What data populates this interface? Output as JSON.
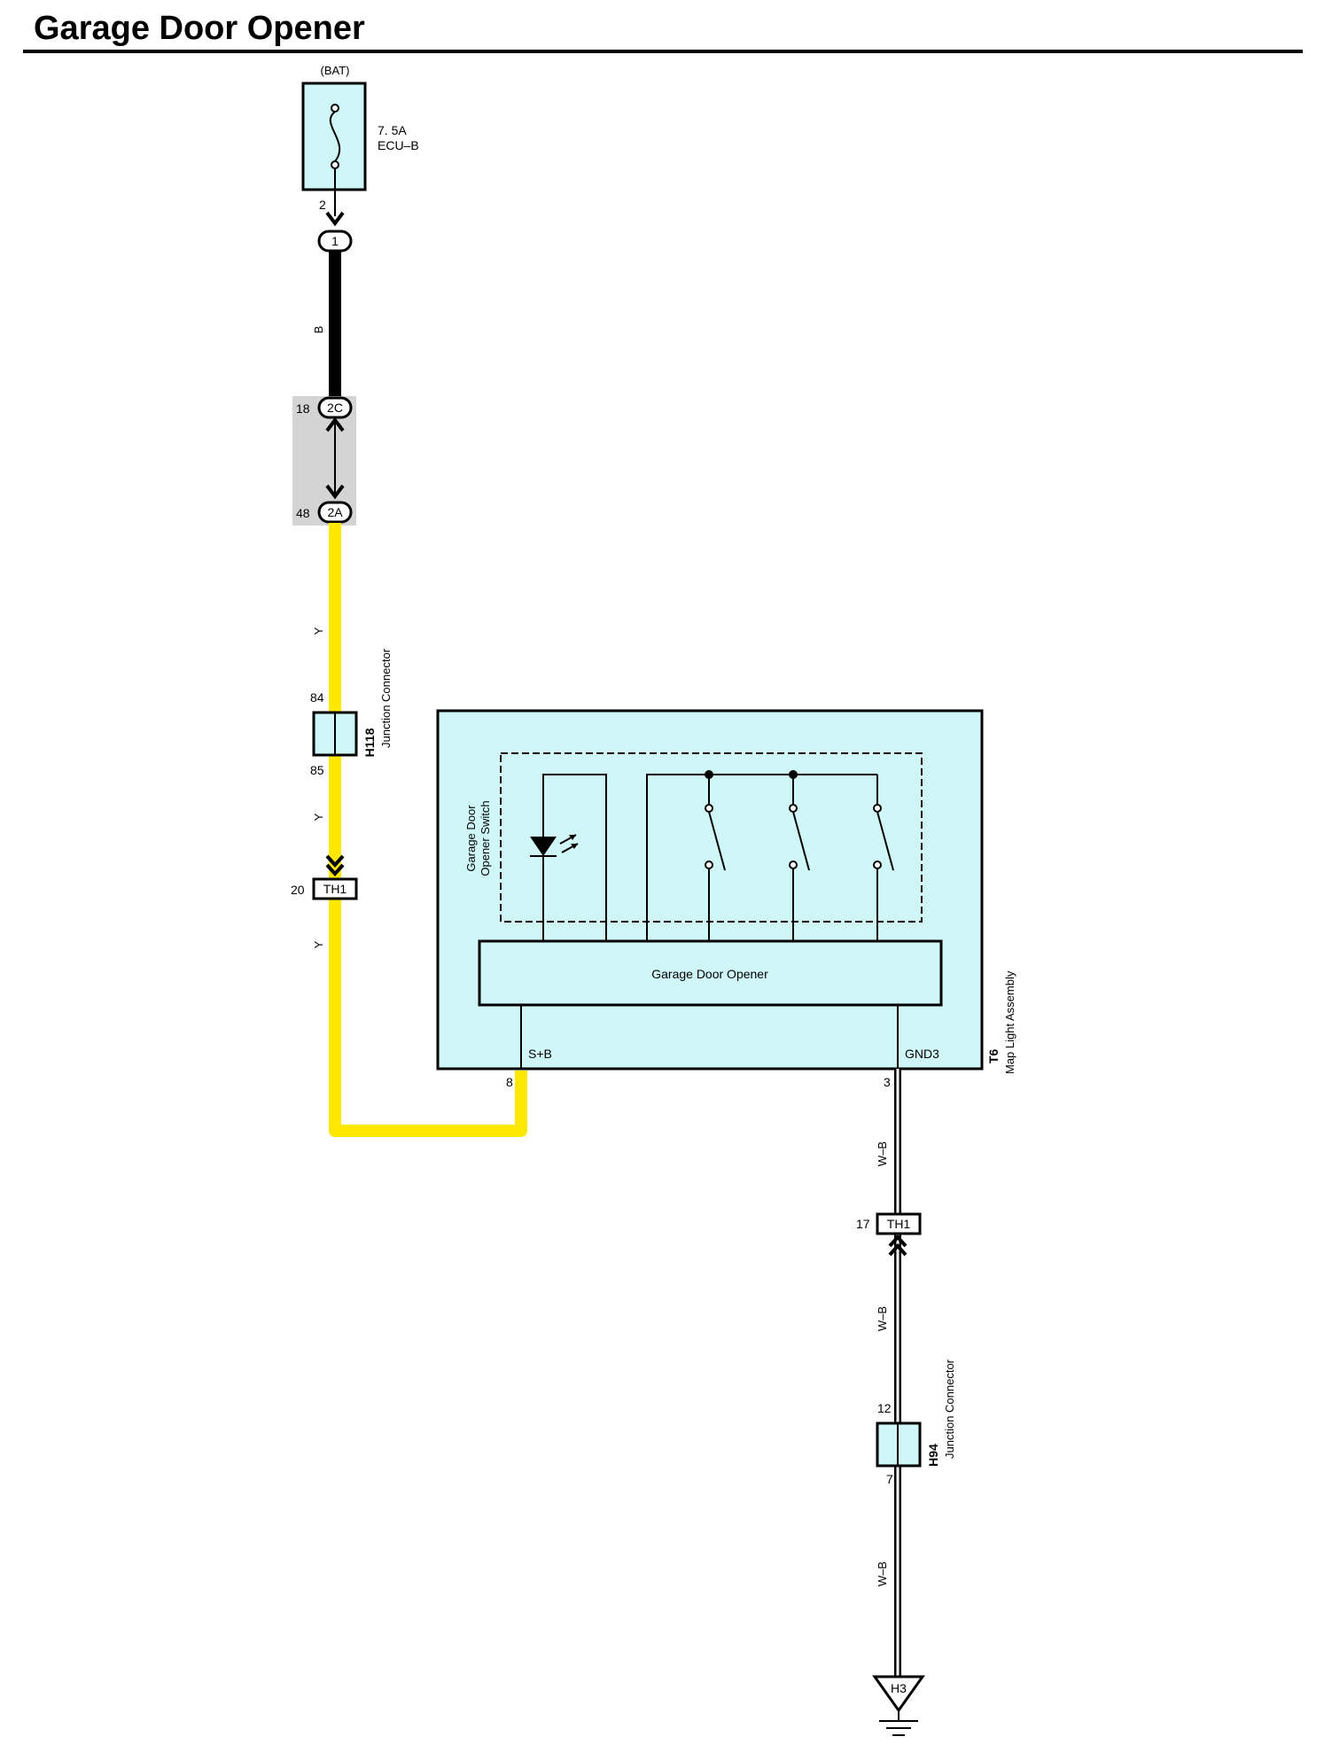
{
  "title": "Garage Door Opener",
  "fuse": {
    "source": "(BAT)",
    "rating": "7. 5A",
    "name": "ECU–B",
    "pin": "2"
  },
  "connectors": {
    "c1": "1",
    "c2c": "2C",
    "c2c_pin": "18",
    "c2a": "2A",
    "c2a_pin": "48",
    "th1_top": "TH1",
    "th1_top_pin": "20",
    "th1_bottom": "TH1",
    "th1_bottom_pin": "17"
  },
  "wires": {
    "b": "B",
    "y1": "Y",
    "y2": "Y",
    "y3": "Y",
    "wb1": "W–B",
    "wb2": "W–B",
    "wb3": "W–B"
  },
  "h118": {
    "code": "H118",
    "name": "Junction Connector",
    "pin_top": "84",
    "pin_bottom": "85"
  },
  "h94": {
    "code": "H94",
    "name": "Junction Connector",
    "pin_top": "12",
    "pin_bottom": "7"
  },
  "assembly": {
    "code": "T6",
    "name": "Map Light Assembly",
    "switch_label_1": "Garage Door",
    "switch_label_2": "Opener Switch",
    "module": "Garage Door Opener",
    "term_sb": "S+B",
    "term_gnd": "GND3",
    "pin_sb": "8",
    "pin_gnd": "3"
  },
  "ground": {
    "code": "H3"
  },
  "colors": {
    "wire_black": "#000000",
    "wire_yellow": "#ffe800",
    "component_fill": "#cff7f7",
    "shade_gray": "#d4d4d4"
  }
}
